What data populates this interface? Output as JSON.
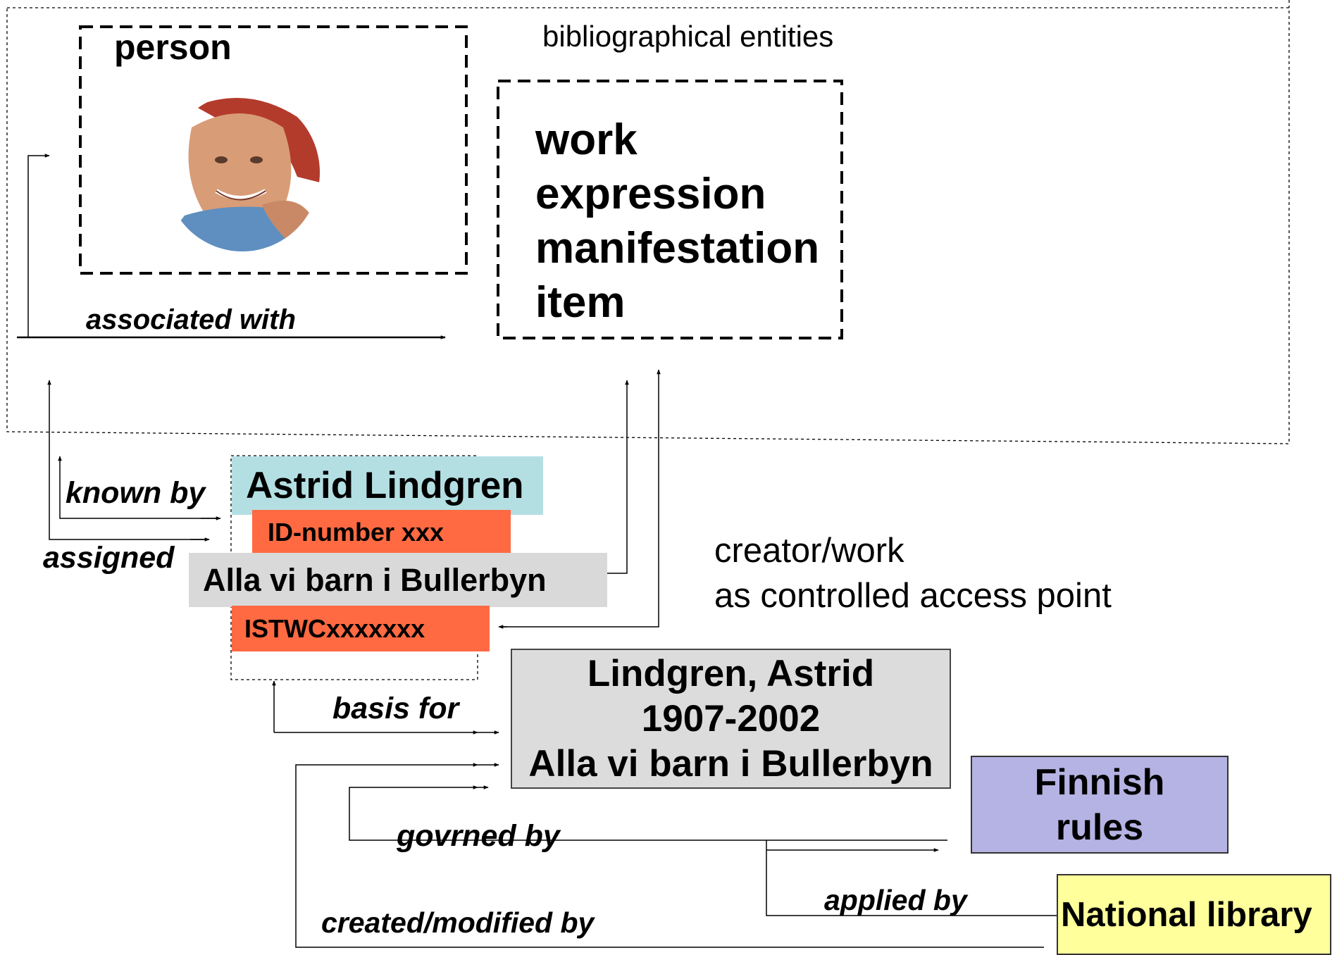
{
  "labels": {
    "person": "person",
    "bibliographical_entities": "bibliographical entities",
    "associated_with": "associated with",
    "known_by": "known by",
    "assigned": "assigned",
    "basis_for": "basis for",
    "govrned_by": "govrned by",
    "applied_by": "applied by",
    "created_modified_by": "created/modified by"
  },
  "entities": [
    "work",
    "expression",
    "manifestation",
    "item"
  ],
  "name_block": {
    "name": "Astrid Lindgren",
    "id_number": "ID-number xxx",
    "title": "Alla vi barn i Bullerbyn",
    "istwc": "ISTWCxxxxxxx"
  },
  "creator_work_note": {
    "line1": "creator/work",
    "line2": "as controlled access point"
  },
  "access_point": {
    "line1": "Lindgren, Astrid",
    "line2": "1907-2002",
    "line3": "Alla vi barn i Bullerbyn"
  },
  "rules_box": {
    "line1": "Finnish",
    "line2": "rules"
  },
  "library_box": {
    "label": "National library"
  },
  "colors": {
    "name_bg": "#B3DFE3",
    "id_bg": "#FF6A42",
    "title_bg": "#D9D9D9",
    "access_point_bg": "#DCDCDC",
    "rules_bg": "#B5B3E3",
    "library_bg": "#FFFF9C"
  },
  "icons": [
    "person-portrait"
  ]
}
